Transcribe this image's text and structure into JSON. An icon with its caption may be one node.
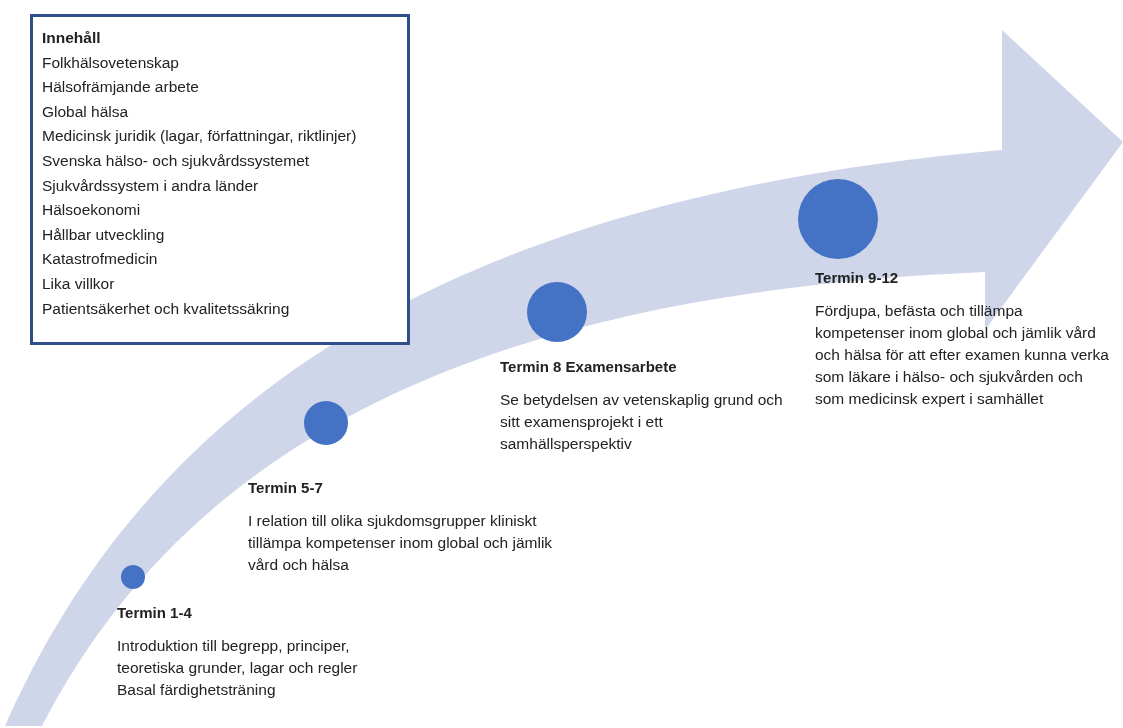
{
  "diagram": {
    "nodes": [
      {
        "text": [
          "Innehåll",
          "Folkhälsovetenskap",
          "Hälsofrämjande arbete",
          "Global hälsa",
          "Medicinsk juridik (lagar, författningar, riktlinjer)",
          "Svenska hälso- och sjukvårdssystemet",
          "Sjukvårdssystem i andra länder",
          "Hälsoekonomi",
          "Hållbar utveckling",
          "Katastrofmedicin",
          "Lika villkor",
          "Patientsäkerhet och kvalitetssäkring"
        ]
      },
      {
        "text": [],
        "shape": "circle",
        "beside": [
          "Termin 1-4",
          "Introduktion till begrepp, principer, teoretiska grunder, lagar och regler",
          "Basal färdighetsträning"
        ]
      },
      {
        "text": [],
        "shape": "circle",
        "beside": [
          "Termin 5-7",
          "I relation till olika sjukdomsgrupper kliniskt tillämpa kompetenser inom global och jämlik vård och hälsa"
        ]
      },
      {
        "text": [],
        "shape": "circle",
        "beside": [
          "Termin 8 Examensarbete",
          "Se betydelsen av vetenskaplig grund och sitt examensprojekt i ett samhällsperspektiv"
        ]
      },
      {
        "text": [],
        "shape": "circle",
        "beside": [
          "Termin 9-12",
          "Fördjupa, befästa och tillämpa kompetenser inom global och jämlik vård och hälsa för att efter examen kunna verka som läkare i hälso- och sjukvården och som medicinsk expert i samhället"
        ]
      }
    ]
  }
}
